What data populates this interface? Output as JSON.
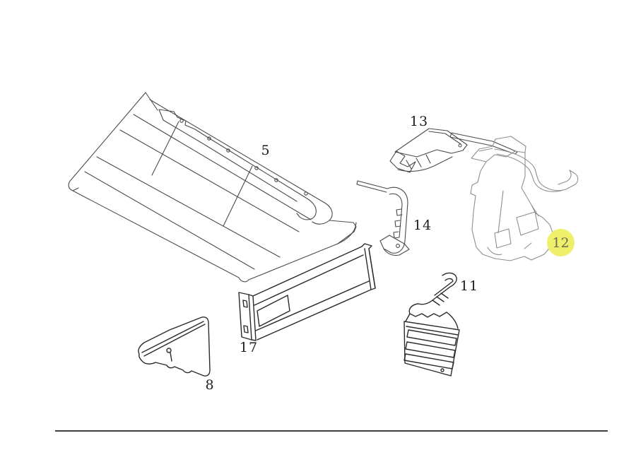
{
  "page": {
    "background": "#ffffff"
  },
  "diagram": {
    "type": "exploded-parts-line-drawing",
    "description": "Vehicle body rear-quarter / convertible-top compartment sheet-metal parts",
    "line_color": "#4a4a4a",
    "dark_line_color": "#2b2b2b",
    "light_line_color": "#8e8e8e",
    "parts": [
      {
        "label": "5",
        "highlighted": false
      },
      {
        "label": "13",
        "highlighted": false
      },
      {
        "label": "14",
        "highlighted": false
      },
      {
        "label": "12",
        "highlighted": true
      },
      {
        "label": "11",
        "highlighted": false
      },
      {
        "label": "17",
        "highlighted": false
      },
      {
        "label": "8",
        "highlighted": false
      }
    ],
    "highlight": {
      "fill": "#f0ef6b",
      "text_color": "#6b6b52"
    },
    "footer_rule_color": "#3f3f3f"
  }
}
